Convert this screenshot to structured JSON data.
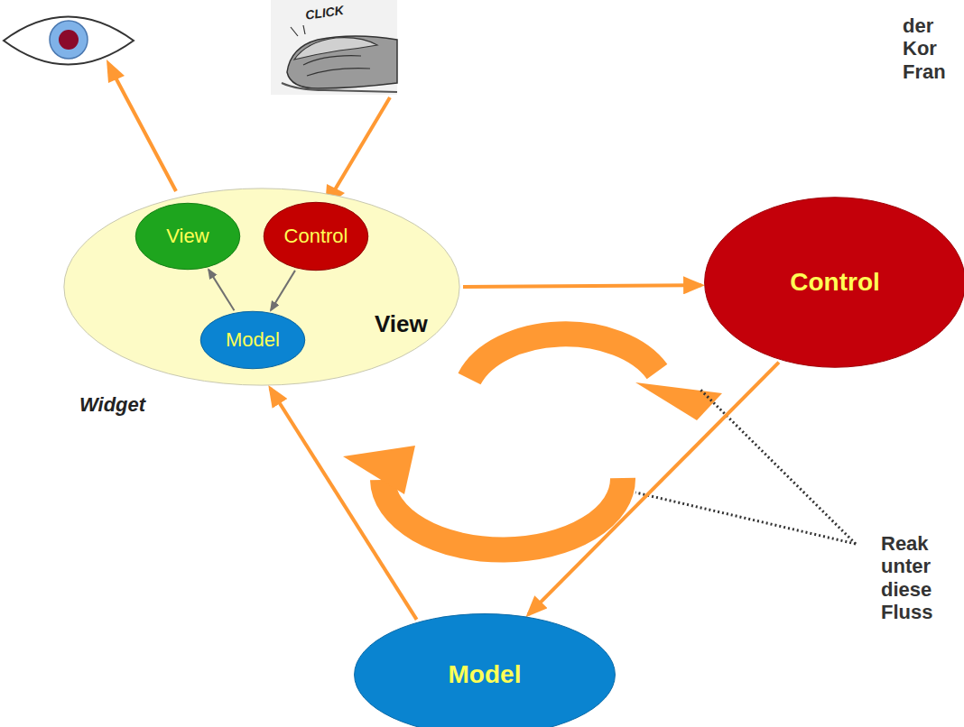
{
  "diagram": {
    "nodes": [
      {
        "text": [
          "View",
          "Widget"
        ]
      },
      {
        "text": [
          "View"
        ],
        "in": 0
      },
      {
        "text": [
          "Control"
        ],
        "in": 0
      },
      {
        "text": [
          "Model"
        ],
        "in": 0
      },
      {
        "text": [
          "Control"
        ]
      },
      {
        "text": [
          "Model"
        ]
      }
    ],
    "edges": [
      {
        "from": 3,
        "to": 1,
        "arrow": "to"
      },
      {
        "from": 2,
        "to": 3,
        "arrow": "to"
      },
      {
        "from": 0,
        "to": 4,
        "arrow": "to"
      },
      {
        "from": 4,
        "to": 5,
        "arrow": "to"
      },
      {
        "from": 5,
        "to": 0,
        "arrow": "to"
      }
    ],
    "labels": [
      "CLICK",
      "der Kor Fran",
      "Reak unter diese Fluss"
    ]
  }
}
